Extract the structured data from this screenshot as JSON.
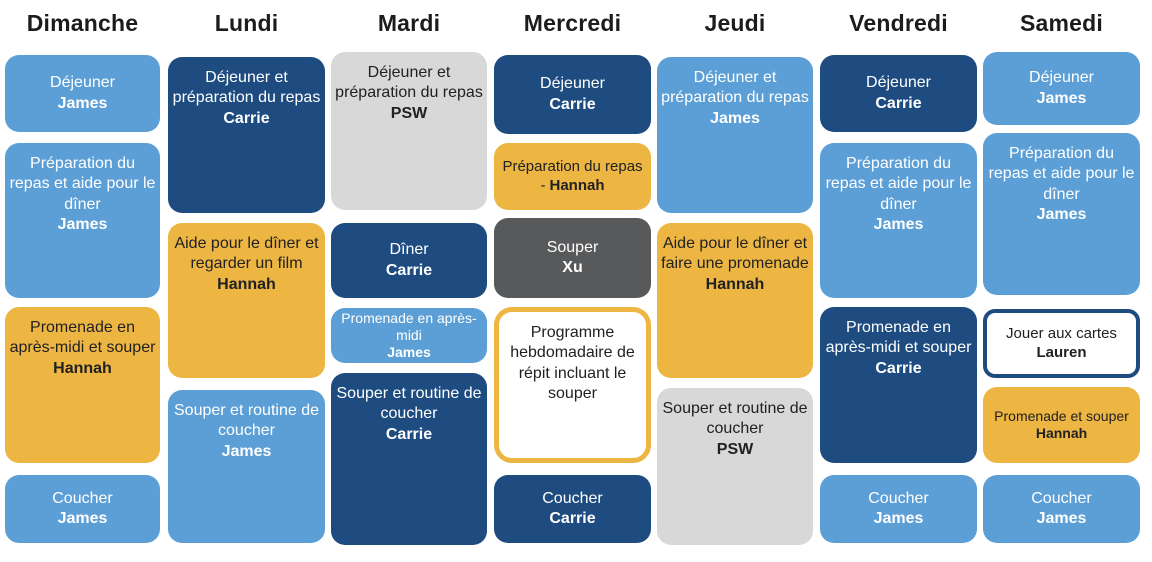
{
  "colors": {
    "background": "#ffffff",
    "light_blue": "#5C9FD6",
    "dark_blue": "#1E4C80",
    "yellow": "#EDB643",
    "light_gray": "#D8D8D8",
    "dark_gray": "#58595B",
    "card_white": "#ffffff",
    "header_text": "#1c1c1e"
  },
  "days": [
    {
      "label": "Dimanche",
      "cards": [
        {
          "task": "Déjeuner",
          "person": "James"
        },
        {
          "task": "Préparation du repas et aide pour le dîner",
          "person": "James"
        },
        {
          "task": "Promenade en après-midi et souper",
          "person": "Hannah"
        },
        {
          "task": "Coucher",
          "person": "James"
        }
      ]
    },
    {
      "label": "Lundi",
      "cards": [
        {
          "task": "Déjeuner et préparation du repas",
          "person": "Carrie"
        },
        {
          "task": "Aide pour le dîner et regarder un film",
          "person": "Hannah"
        },
        {
          "task": "Souper et routine de coucher",
          "person": "James"
        }
      ]
    },
    {
      "label": "Mardi",
      "cards": [
        {
          "task": "Déjeuner et préparation du repas",
          "person": "PSW"
        },
        {
          "task": "Dîner",
          "person": "Carrie"
        },
        {
          "task": "Promenade en après-midi",
          "person": "James"
        },
        {
          "task": "Souper et routine de coucher",
          "person": "Carrie"
        }
      ]
    },
    {
      "label": "Mercredi",
      "cards": [
        {
          "task": "Déjeuner",
          "person": "Carrie"
        },
        {
          "task": "Préparation du repas -",
          "person": "Hannah"
        },
        {
          "task": "Souper",
          "person": "Xu"
        },
        {
          "task": "Programme hebdomadaire de répit incluant le souper",
          "person": ""
        },
        {
          "task": "Coucher",
          "person": "Carrie"
        }
      ]
    },
    {
      "label": "Jeudi",
      "cards": [
        {
          "task": "Déjeuner et préparation du repas",
          "person": "James"
        },
        {
          "task": "Aide pour le dîner et faire une promenade",
          "person": "Hannah"
        },
        {
          "task": "Souper et routine de coucher",
          "person": "PSW"
        }
      ]
    },
    {
      "label": "Vendredi",
      "cards": [
        {
          "task": "Déjeuner",
          "person": "Carrie"
        },
        {
          "task": "Préparation du repas et aide pour le dîner",
          "person": "James"
        },
        {
          "task": "Promenade en après-midi et souper",
          "person": "Carrie"
        },
        {
          "task": "Coucher",
          "person": "James"
        }
      ]
    },
    {
      "label": "Samedi",
      "cards": [
        {
          "task": "Déjeuner",
          "person": "James"
        },
        {
          "task": "Préparation du repas et aide pour le dîner",
          "person": "James"
        },
        {
          "task": "Jouer aux cartes",
          "person": "Lauren"
        },
        {
          "task": "Promenade et souper",
          "person": "Hannah"
        },
        {
          "task": "Coucher",
          "person": "James"
        }
      ]
    }
  ]
}
